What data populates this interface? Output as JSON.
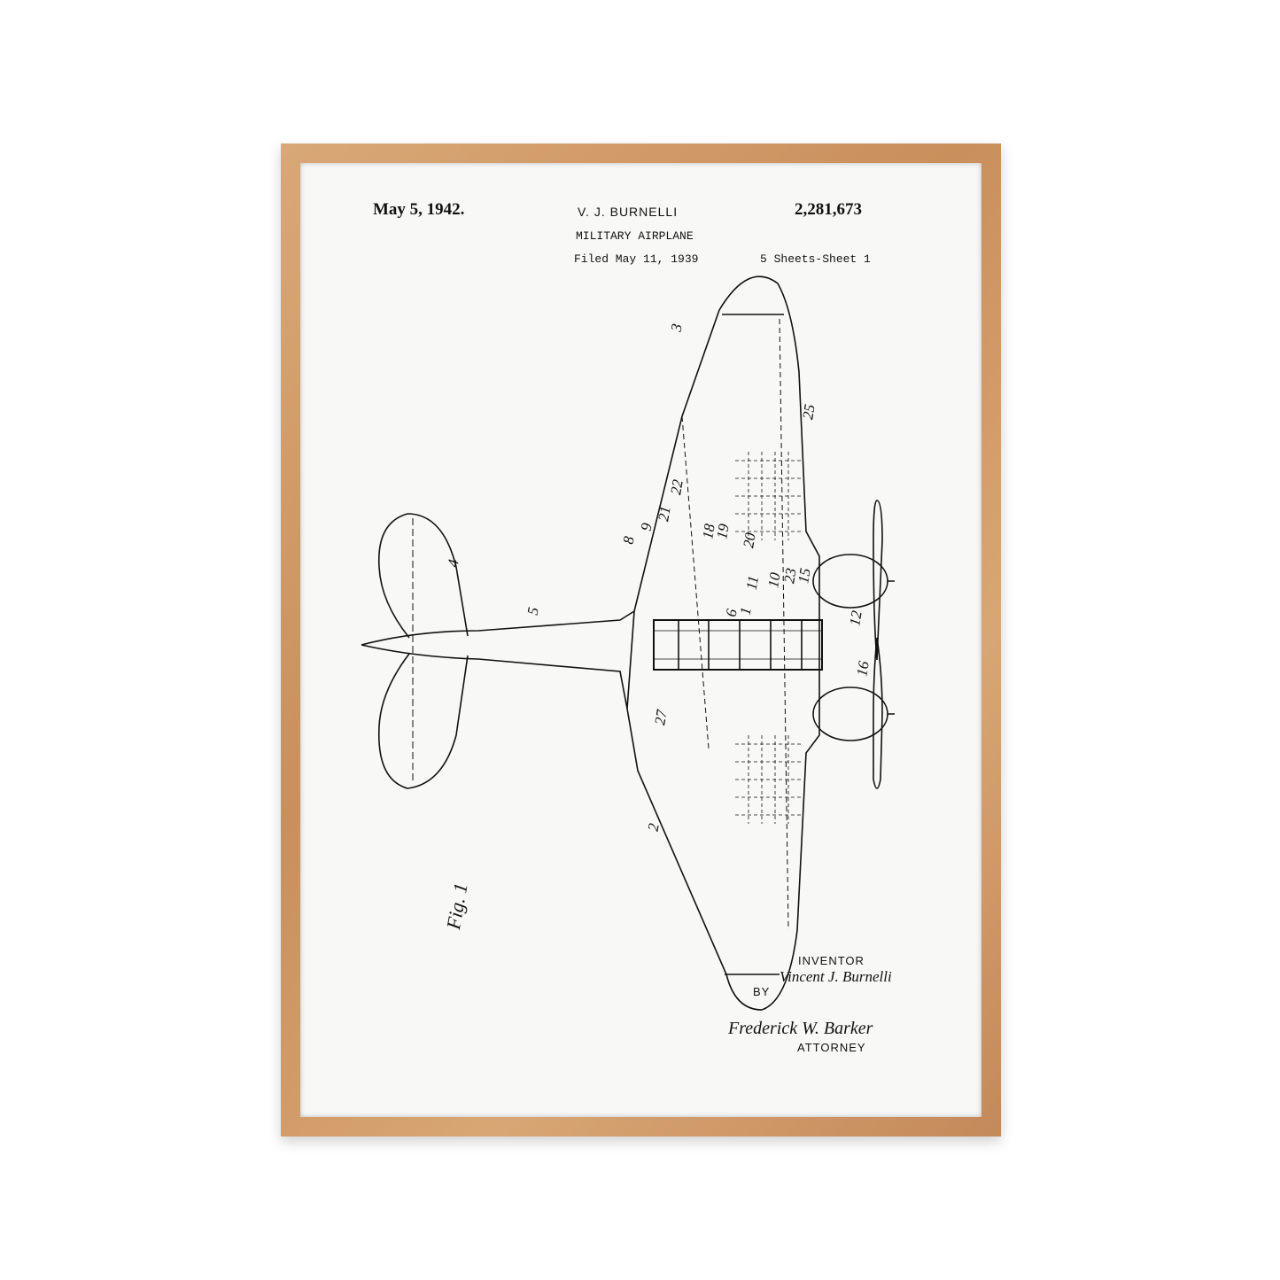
{
  "patent": {
    "date": "May 5, 1942.",
    "inventor_name": "V. J. BURNELLI",
    "title": "MILITARY AIRPLANE",
    "filed": "Filed May 11, 1939",
    "number": "2,281,673",
    "sheets": "5 Sheets-Sheet 1"
  },
  "figure": {
    "label": "Fig. 1",
    "reference_numerals": [
      "3",
      "25",
      "8",
      "9",
      "21",
      "22",
      "19",
      "18",
      "20",
      "4",
      "5",
      "11",
      "10",
      "23",
      "15",
      "6",
      "1",
      "12",
      "16",
      "27",
      "2"
    ]
  },
  "signatures": {
    "inventor_label": "INVENTOR",
    "inventor_signature": "Vincent J. Burnelli",
    "by_label": "BY",
    "attorney_signature": "Frederick W. Barker",
    "attorney_label": "ATTORNEY"
  }
}
